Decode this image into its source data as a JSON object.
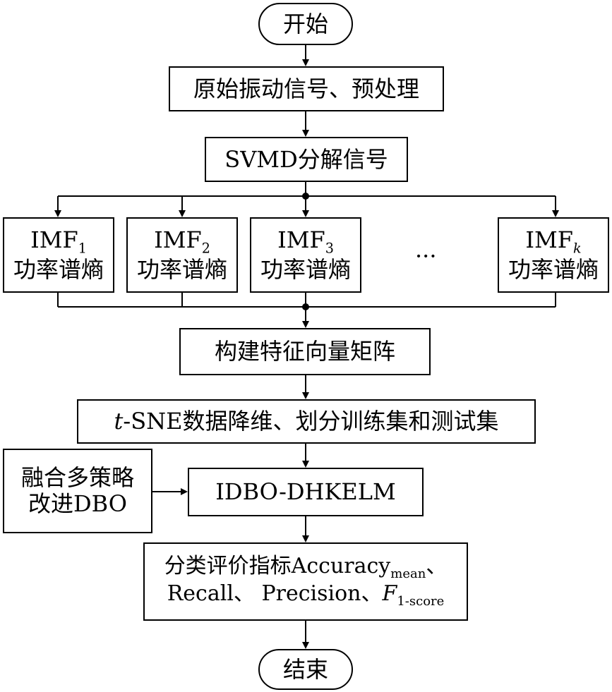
{
  "nodes": {
    "start": "开始",
    "preprocess": "原始振动信号、预处理",
    "svmd": "SVMD分解信号",
    "imf1": {
      "base": "IMF",
      "sub": "1",
      "label": "功率谱熵"
    },
    "imf2": {
      "base": "IMF",
      "sub": "2",
      "label": "功率谱熵"
    },
    "imf3": {
      "base": "IMF",
      "sub": "3",
      "label": "功率谱熵"
    },
    "ellipsis": "···",
    "imfk": {
      "base": "IMF",
      "sub": "k",
      "label": "功率谱熵"
    },
    "feature": "构建特征向量矩阵",
    "tsne": {
      "italic": "t",
      "rest": "-SNE数据降维、划分训练集和测试集"
    },
    "strategy": {
      "line1": "融合多策略",
      "line2": "改进DBO"
    },
    "model": "IDBO-DHKELM",
    "metrics": {
      "line1_prefix": "分类评价指标Accuracy",
      "line1_sub": "mean",
      "line1_suffix": "、",
      "line2_prefix": "Recall、 Precision、",
      "line2_italic": "F",
      "line2_sub": "1-score"
    },
    "end": "结束"
  }
}
